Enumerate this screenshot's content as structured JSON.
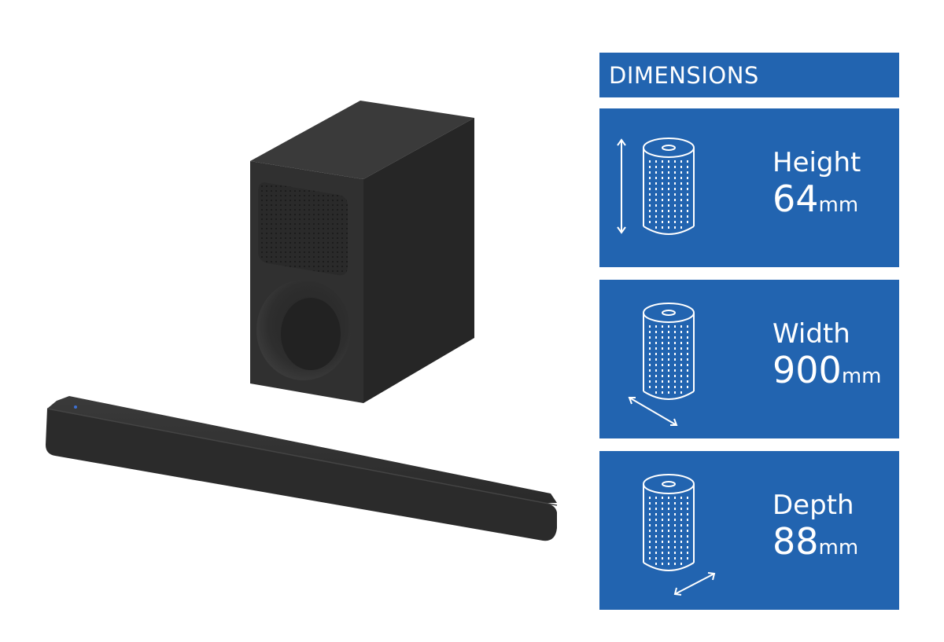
{
  "header": {
    "title": "DIMENSIONS"
  },
  "dimensions": [
    {
      "label": "Height",
      "value": "64",
      "unit": "mm",
      "icon": "height-arrow-icon"
    },
    {
      "label": "Width",
      "value": "900",
      "unit": "mm",
      "icon": "width-arrow-icon"
    },
    {
      "label": "Depth",
      "value": "88",
      "unit": "mm",
      "icon": "depth-arrow-icon"
    }
  ],
  "colors": {
    "panel": "#2264b0",
    "text": "#ffffff",
    "product": "#2b2b2b"
  }
}
